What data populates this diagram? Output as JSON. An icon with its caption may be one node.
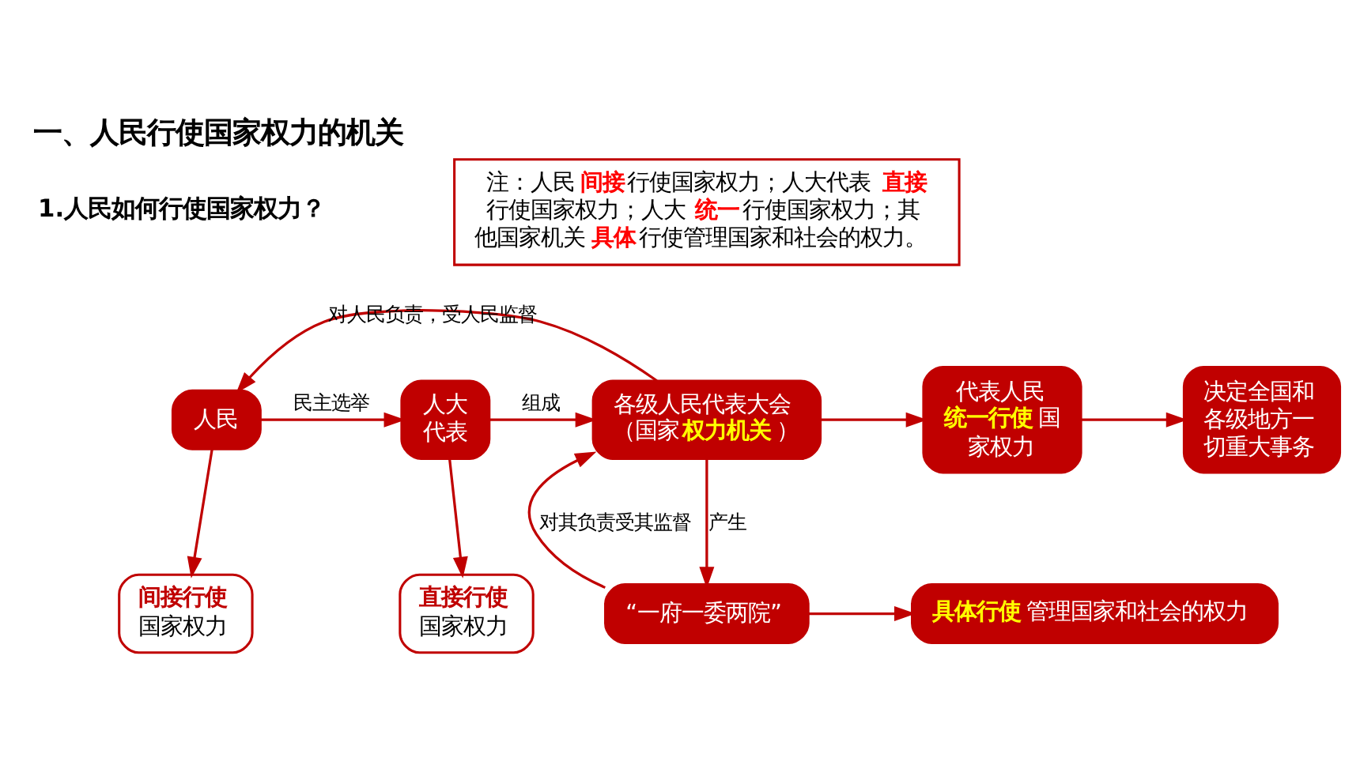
{
  "diagram": {
    "title": "一、人民行使国家权力的机关",
    "nodes": [
      {
        "text": [
          "注：人民**间接**行使国家权力；人大代表**直接**行使国家权力；人大**统一**行使国家权力；其他国家机关**具体**行使管理国家和社会的权力。"
        ]
      },
      {
        "text": [
          "人民"
        ]
      },
      {
        "text": [
          "人大代表"
        ]
      },
      {
        "text": [
          "各级人民代表大会（国家**权力机关**）"
        ]
      },
      {
        "text": [
          "代表人民**统一行使**国家权力"
        ]
      },
      {
        "text": [
          "决定全国和各级地方一切重大事务"
        ]
      },
      {
        "text": [
          "**间接行使**",
          "国家权力"
        ]
      },
      {
        "text": [
          "**直接行使**",
          "国家权力"
        ]
      },
      {
        "text": [
          "“一府一委两院”"
        ]
      },
      {
        "text": [
          "**具体行使**管理国家和社会的权力"
        ]
      }
    ],
    "edges": [
      {
        "from": 3,
        "to": 1,
        "arrow": "to",
        "label": "对人民负责，受人民监督"
      },
      {
        "from": 1,
        "to": 2,
        "arrow": "to",
        "label": "民主选举"
      },
      {
        "from": 2,
        "to": 3,
        "arrow": "to",
        "label": "组成"
      },
      {
        "from": 3,
        "to": 4,
        "arrow": "to"
      },
      {
        "from": 4,
        "to": 5,
        "arrow": "to"
      },
      {
        "from": 1,
        "to": 6,
        "arrow": "to"
      },
      {
        "from": 2,
        "to": 7,
        "arrow": "to"
      },
      {
        "from": 3,
        "to": 8,
        "arrow": "to",
        "label": "产生"
      },
      {
        "from": 8,
        "to": 3,
        "arrow": "to",
        "label": "对其负责受其监督"
      },
      {
        "from": 8,
        "to": 9,
        "arrow": "to"
      }
    ],
    "labels": [
      "1.人民如何行使国家权力？"
    ]
  }
}
